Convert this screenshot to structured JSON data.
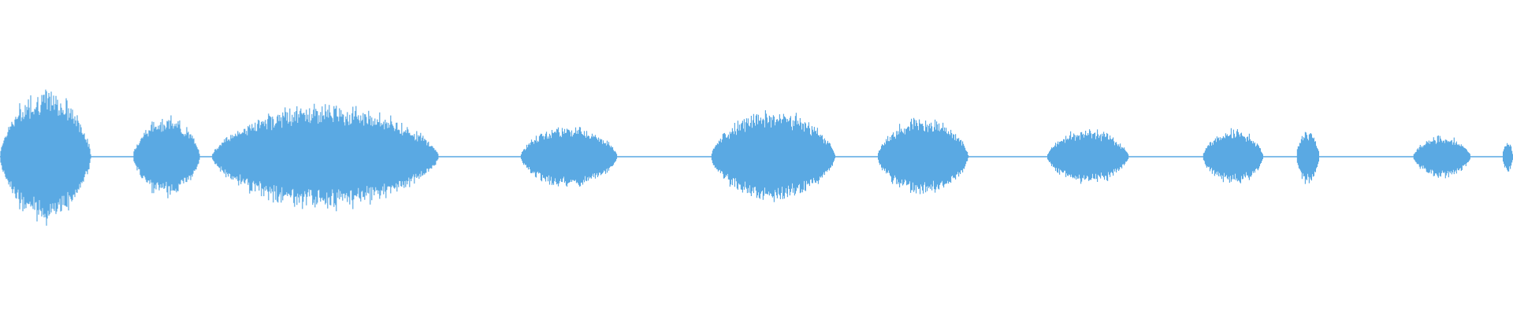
{
  "colors": {
    "background": "#ffffff",
    "waveform": "#5aa9e3"
  },
  "waveform": {
    "description_visible_text": "",
    "segments": [
      {
        "start": 0.0,
        "end": 0.06,
        "peak": 0.8
      },
      {
        "start": 0.088,
        "end": 0.132,
        "peak": 0.48
      },
      {
        "start": 0.14,
        "end": 0.29,
        "peak": 0.62
      },
      {
        "start": 0.344,
        "end": 0.408,
        "peak": 0.38
      },
      {
        "start": 0.47,
        "end": 0.552,
        "peak": 0.55
      },
      {
        "start": 0.58,
        "end": 0.64,
        "peak": 0.47
      },
      {
        "start": 0.692,
        "end": 0.746,
        "peak": 0.33
      },
      {
        "start": 0.795,
        "end": 0.835,
        "peak": 0.33
      },
      {
        "start": 0.857,
        "end": 0.872,
        "peak": 0.32
      },
      {
        "start": 0.934,
        "end": 0.972,
        "peak": 0.25
      },
      {
        "start": 0.993,
        "end": 1.0,
        "peak": 0.18
      }
    ]
  }
}
